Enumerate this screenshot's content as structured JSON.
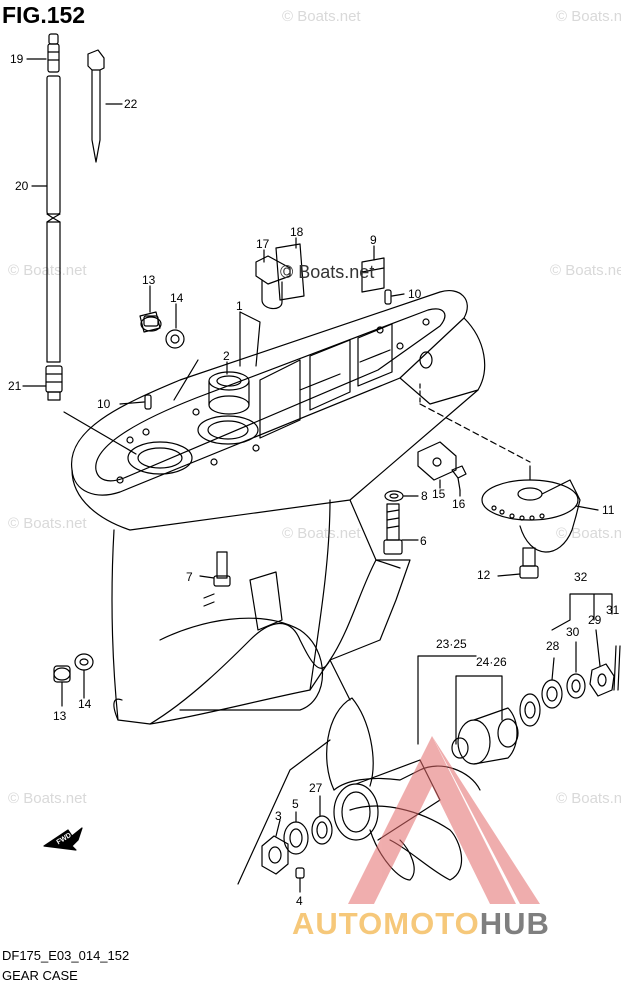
{
  "figure": {
    "title": "FIG.152",
    "model_code": "DF175_E03_014_152",
    "caption": "GEAR CASE",
    "fwd_label": "FWD"
  },
  "watermarks": {
    "main": "© Boats.net",
    "repeat": "© Boats.net"
  },
  "brand": {
    "part1": "AUTO",
    "part2": "MOTO",
    "part3": "HUB",
    "colors": {
      "auto": "#f6c87a",
      "moto": "#f6c87a",
      "hub": "#7f7f7f",
      "triangle": "#e36b6b"
    }
  },
  "callouts": [
    {
      "id": "c19",
      "label": "19"
    },
    {
      "id": "c22",
      "label": "22"
    },
    {
      "id": "c20",
      "label": "20"
    },
    {
      "id": "c21",
      "label": "21"
    },
    {
      "id": "c17",
      "label": "17"
    },
    {
      "id": "c18",
      "label": "18"
    },
    {
      "id": "c9",
      "label": "9"
    },
    {
      "id": "c13a",
      "label": "13"
    },
    {
      "id": "c14a",
      "label": "14"
    },
    {
      "id": "c1",
      "label": "1"
    },
    {
      "id": "c2",
      "label": "2"
    },
    {
      "id": "c10a",
      "label": "10"
    },
    {
      "id": "c10b",
      "label": "10"
    },
    {
      "id": "c8",
      "label": "8"
    },
    {
      "id": "c15",
      "label": "15"
    },
    {
      "id": "c16",
      "label": "16"
    },
    {
      "id": "c11",
      "label": "11"
    },
    {
      "id": "c6",
      "label": "6"
    },
    {
      "id": "c7",
      "label": "7"
    },
    {
      "id": "c12",
      "label": "12"
    },
    {
      "id": "c32",
      "label": "32"
    },
    {
      "id": "c31",
      "label": "31"
    },
    {
      "id": "c2325",
      "label": "23·25"
    },
    {
      "id": "c28",
      "label": "28"
    },
    {
      "id": "c30",
      "label": "30"
    },
    {
      "id": "c29",
      "label": "29"
    },
    {
      "id": "c2426",
      "label": "24·26"
    },
    {
      "id": "c13b",
      "label": "13"
    },
    {
      "id": "c14b",
      "label": "14"
    },
    {
      "id": "c27",
      "label": "27"
    },
    {
      "id": "c5",
      "label": "5"
    },
    {
      "id": "c3",
      "label": "3"
    },
    {
      "id": "c4",
      "label": "4"
    }
  ]
}
